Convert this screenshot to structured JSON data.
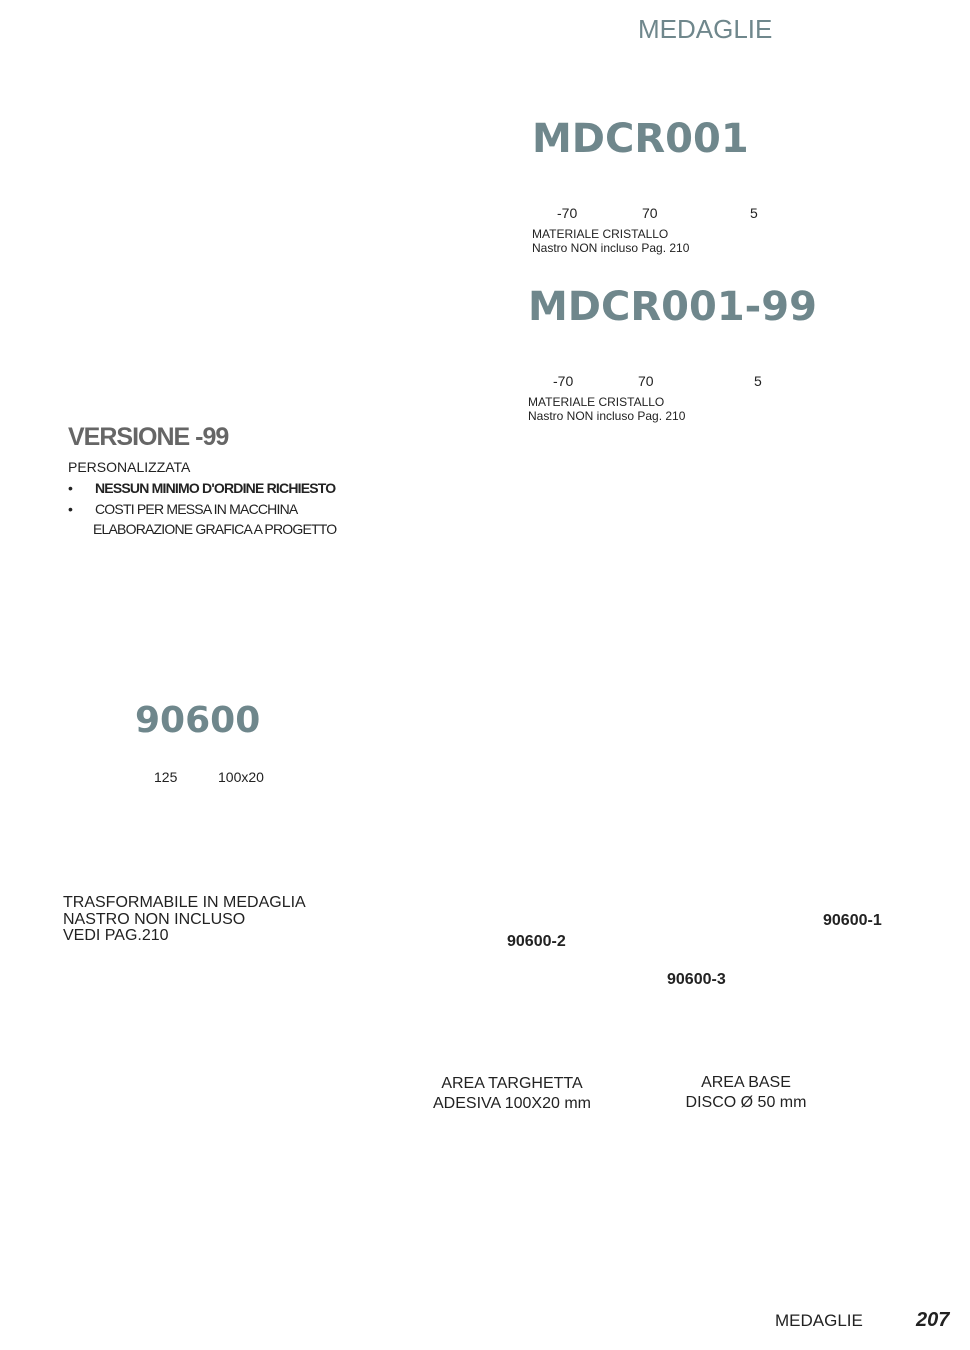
{
  "header": {
    "title": "MEDAGLIE"
  },
  "products": [
    {
      "code": "MDCR001",
      "dims": [
        "-70",
        "70",
        "5"
      ],
      "material": "MATERIALE CRISTALLO",
      "note": "Nastro NON incluso Pag. 210"
    },
    {
      "code": "MDCR001-99",
      "dims": [
        "-70",
        "70",
        "5"
      ],
      "material": "MATERIALE CRISTALLO",
      "note": "Nastro NON incluso Pag. 210"
    }
  ],
  "version": {
    "title": "VERSIONE -99",
    "subtitle": "PERSONALIZZATA",
    "bullets": [
      "NESSUN MINIMO D'ORDINE RICHIESTO",
      "COSTI PER MESSA IN MACCHINA"
    ],
    "extra": "ELABORAZIONE GRAFICA A PROGETTO"
  },
  "plaque": {
    "code": "90600",
    "dims": [
      "125",
      "100x20"
    ],
    "note": [
      "TRASFORMABILE IN MEDAGLIA",
      "NASTRO NON INCLUSO",
      "VEDI PAG.210"
    ],
    "variants": [
      "90600-1",
      "90600-2",
      "90600-3"
    ],
    "area_plate": [
      "AREA TARGHETTA",
      "ADESIVA 100X20 mm"
    ],
    "area_base": [
      "AREA BASE",
      "DISCO Ø 50 mm"
    ]
  },
  "footer": {
    "section": "MEDAGLIE",
    "page": "207"
  }
}
